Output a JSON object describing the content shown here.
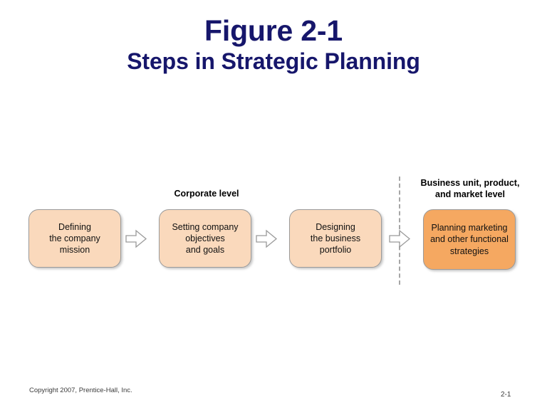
{
  "slide": {
    "title_main": "Figure 2-1",
    "title_sub": "Steps in Strategic Planning",
    "background_color": "#ffffff",
    "title_color": "#16166b"
  },
  "diagram": {
    "type": "process-flow",
    "level_labels": [
      {
        "id": "corporate",
        "text": "Corporate level"
      },
      {
        "id": "business",
        "line1": "Business unit, product,",
        "line2": "and market level"
      }
    ],
    "divider": {
      "style": "dashed",
      "orientation": "vertical",
      "color": "#a6a6a6"
    },
    "steps": [
      {
        "id": "step-1",
        "line1": "Defining",
        "line2": "the company",
        "line3": "mission",
        "fill": "#fad9bc",
        "level": "corporate"
      },
      {
        "id": "step-2",
        "line1": "Setting company",
        "line2": "objectives",
        "line3": "and goals",
        "fill": "#fad9bc",
        "level": "corporate"
      },
      {
        "id": "step-3",
        "line1": "Designing",
        "line2": "the business",
        "line3": "portfolio",
        "fill": "#fad9bc",
        "level": "corporate"
      },
      {
        "id": "step-4",
        "line1": "Planning marketing",
        "line2": "and other functional",
        "line3": "strategies",
        "fill": "#f5a861",
        "level": "business"
      }
    ],
    "connectors": [
      {
        "id": "arrow-1",
        "icon": "right-arrow-icon"
      },
      {
        "id": "arrow-2",
        "icon": "right-arrow-icon"
      },
      {
        "id": "arrow-3",
        "icon": "right-arrow-icon"
      }
    ]
  },
  "footer": {
    "copyright": "Copyright 2007, Prentice-Hall, Inc.",
    "page_number": "2-1"
  }
}
